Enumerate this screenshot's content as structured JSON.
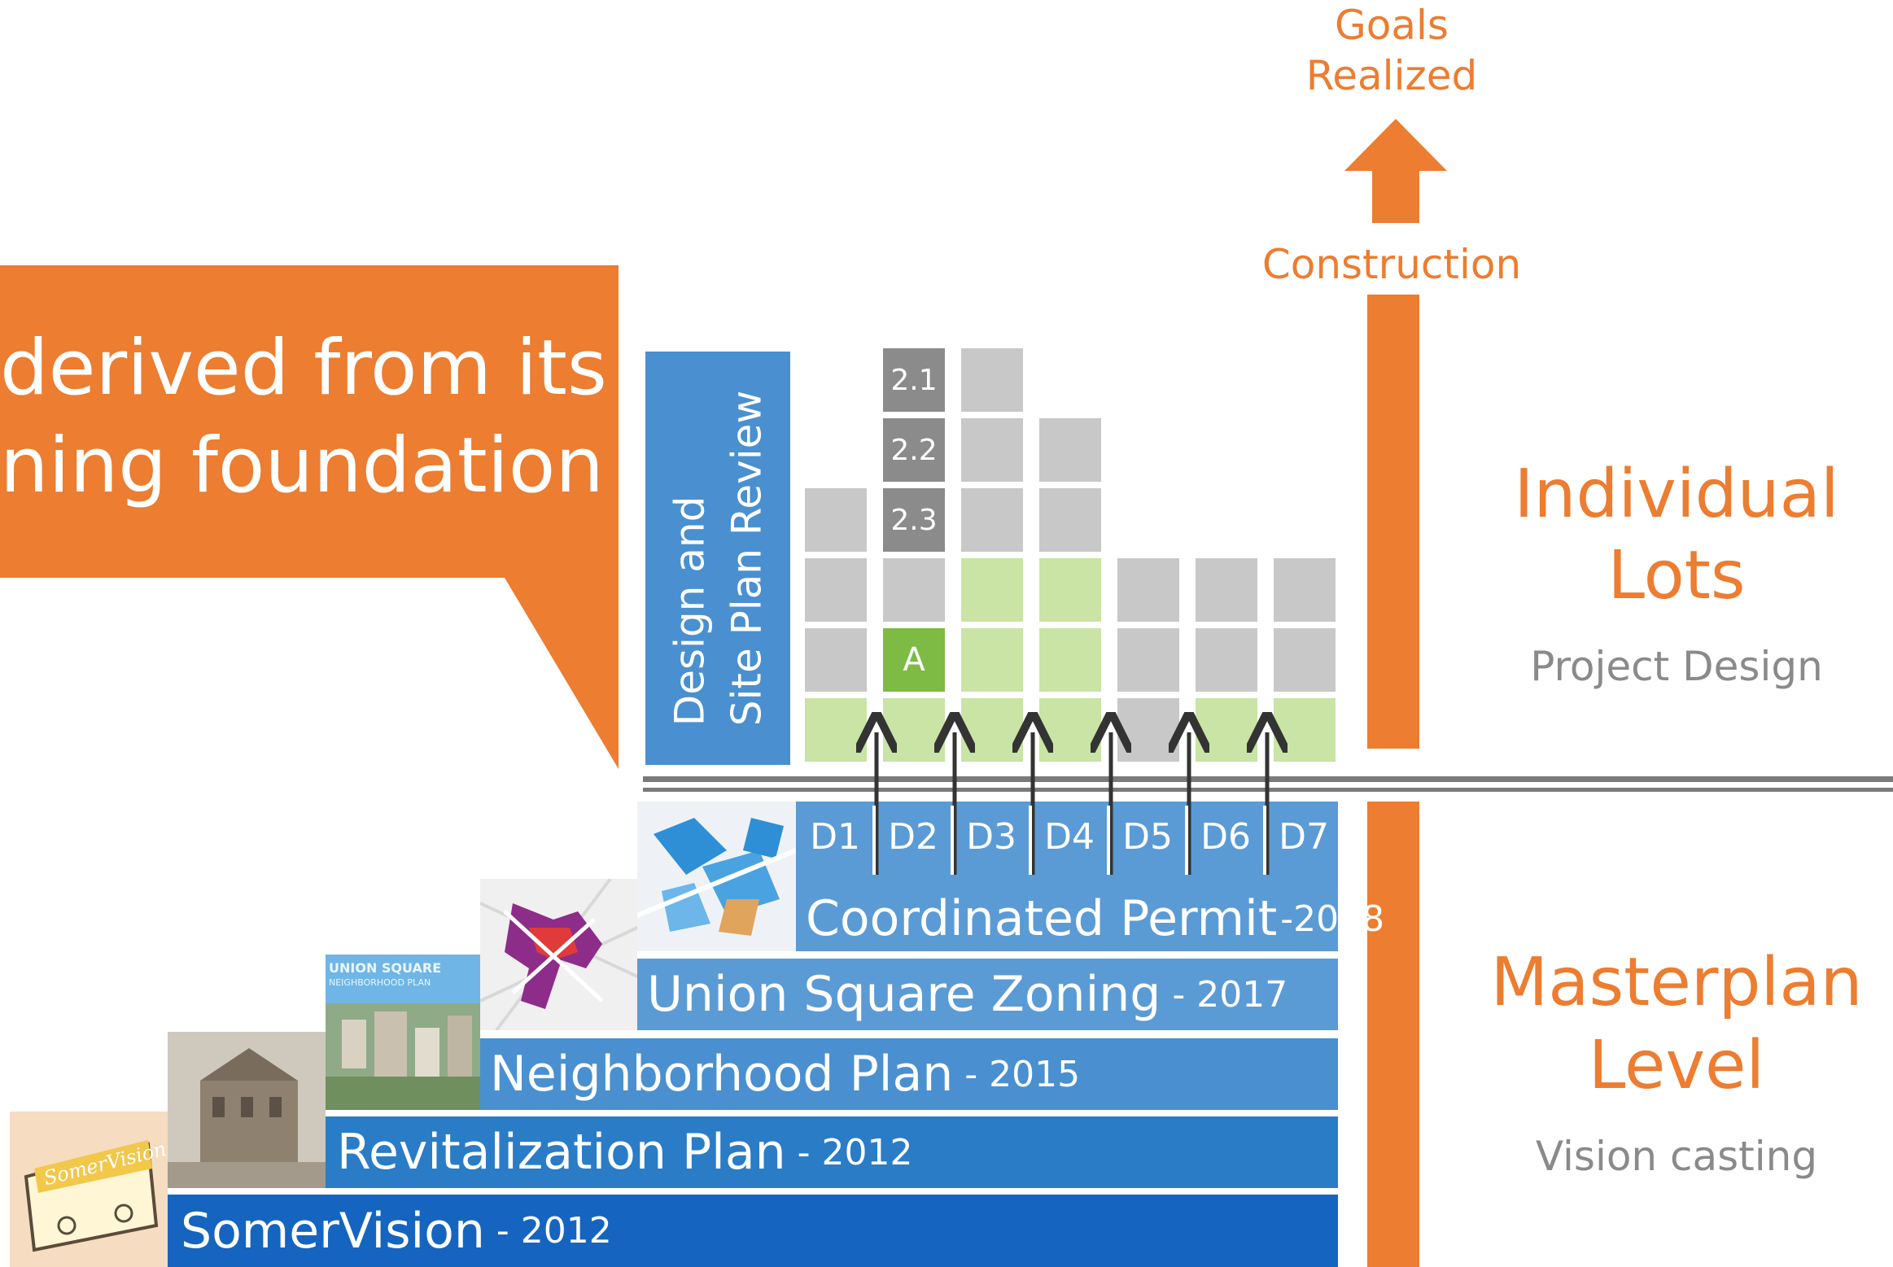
{
  "callout": {
    "line1": "derived from its",
    "line2": "ning foundation"
  },
  "top": {
    "goals_line1": "Goals",
    "goals_line2": "Realized",
    "construction": "Construction"
  },
  "levels": {
    "individual_line1": "Individual",
    "individual_line2": "Lots",
    "individual_sub": "Project Design",
    "masterplan_line1": "Masterplan",
    "masterplan_line2": "Level",
    "masterplan_sub": "Vision casting"
  },
  "review_label": {
    "line1": "Design and",
    "line2": "Site Plan Review"
  },
  "grid_labels": {
    "c21": "2.1",
    "c22": "2.2",
    "c23": "2.3",
    "a": "A"
  },
  "districts": [
    "D1",
    "D2",
    "D3",
    "D4",
    "D5",
    "D6",
    "D7"
  ],
  "plans": {
    "coordinated": {
      "name": "Coordinated Permit",
      "year": "-2018"
    },
    "union": {
      "name": "Union Square Zoning",
      "year": "- 2017"
    },
    "neighborhood": {
      "name": "Neighborhood Plan",
      "year": "- 2015"
    },
    "revitalization": {
      "name": "Revitalization Plan",
      "year": "- 2012"
    },
    "somervision": {
      "name": "SomerVision",
      "year": "- 2012"
    }
  },
  "thumbs": {
    "union_square_line1": "UNION SQUARE",
    "union_square_line2": "NEIGHBORHOOD PLAN",
    "somervision_logo": "SomerVision"
  },
  "colors": {
    "orange": "#ec7d31",
    "blue_light": "#5b9bd5",
    "blue_mid": "#4a90d0",
    "blue_dark": "#2a7cc7",
    "blue_darkest": "#1565c0",
    "grid_gray": "#c8c8c8",
    "grid_dark": "#8b8b8b",
    "grid_lightgreen": "#c9e4a5",
    "grid_green": "#7dbb45"
  }
}
